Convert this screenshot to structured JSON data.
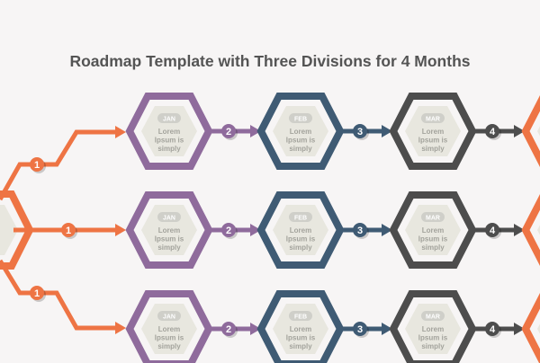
{
  "title": "Roadmap Template with Three Divisions for 4 Months",
  "colors": {
    "orange": "#ee7444",
    "purple": "#8f6b9c",
    "blue": "#3f5b74",
    "gray": "#4d4d4d",
    "inner": "#e8e7df",
    "pill": "#cfcfc9",
    "text": "#a3a39c"
  },
  "columns": [
    {
      "month": "JAN",
      "text": [
        "Lorem",
        "Ipsum is",
        "simply"
      ],
      "color": "purple",
      "step": "2"
    },
    {
      "month": "FEB",
      "text": [
        "Lorem",
        "Ipsum is",
        "simply"
      ],
      "color": "blue",
      "step": "3"
    },
    {
      "month": "MAR",
      "text": [
        "Lorem",
        "Ipsum is",
        "simply"
      ],
      "color": "gray",
      "step": "4"
    }
  ],
  "start_step": "1",
  "rows": 3
}
